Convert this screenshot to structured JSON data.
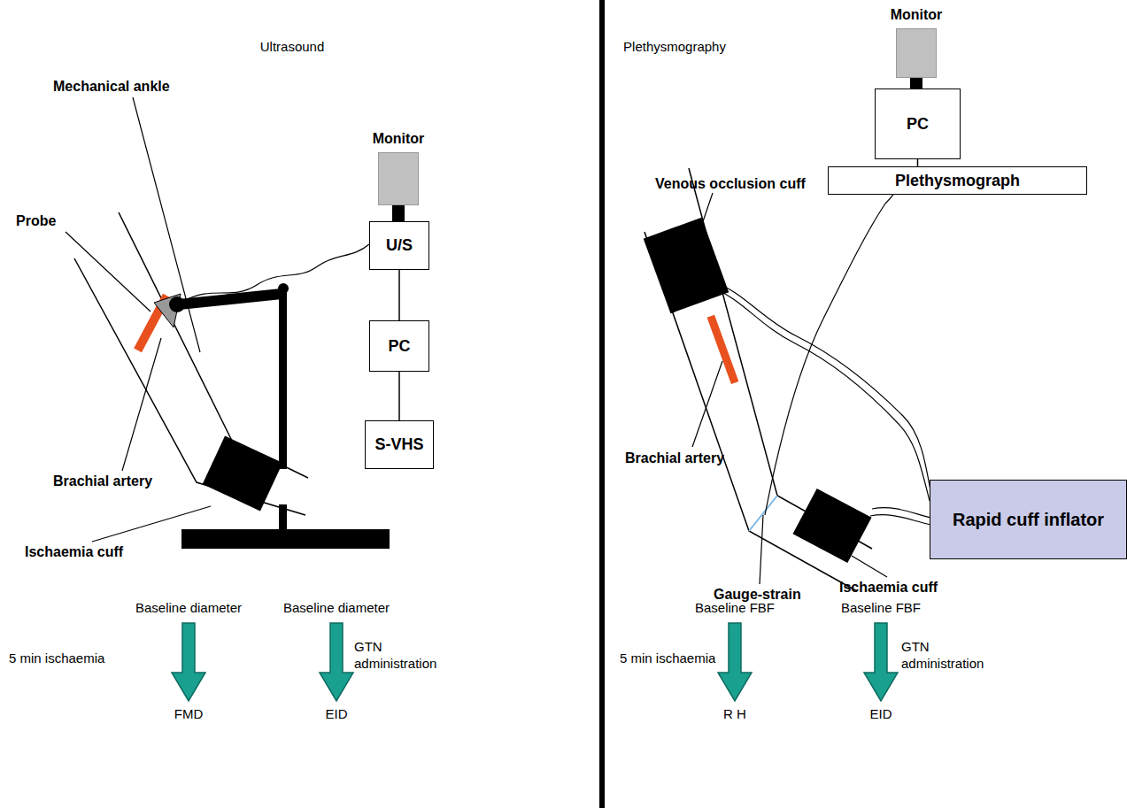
{
  "diagram": {
    "nodes": [
      {
        "text": [
          "Monitor"
        ]
      },
      {
        "text": [
          "U/S"
        ]
      },
      {
        "text": [
          "PC"
        ]
      },
      {
        "text": [
          "S-VHS"
        ]
      },
      {
        "text": [
          "Monitor"
        ]
      },
      {
        "text": [
          "PC"
        ]
      },
      {
        "text": [
          "Plethysmograph"
        ]
      },
      {
        "text": [
          "Rapid cuff inflator"
        ]
      }
    ],
    "edges": [
      {
        "from": 0,
        "to": 1,
        "arrow": "none"
      },
      {
        "from": 1,
        "to": 2,
        "arrow": "none"
      },
      {
        "from": 2,
        "to": 3,
        "arrow": "none"
      },
      {
        "from": 4,
        "to": 5,
        "arrow": "none"
      },
      {
        "from": 5,
        "to": 6,
        "arrow": "none"
      }
    ],
    "labels": [
      "Ultrasound",
      "Mechanical ankle",
      "Probe",
      "Brachial artery",
      "Ischaemia cuff",
      "Baseline diameter",
      "Baseline diameter",
      "5 min ischaemia",
      "GTN administration",
      "FMD",
      "EID",
      "Plethysmography",
      "Venous occlusion cuff",
      "Brachial artery",
      "Gauge-strain",
      "Ischaemia cuff",
      "Baseline FBF",
      "Baseline FBF",
      "5 min ischaemia",
      "GTN administration",
      "R H",
      "EID"
    ]
  }
}
